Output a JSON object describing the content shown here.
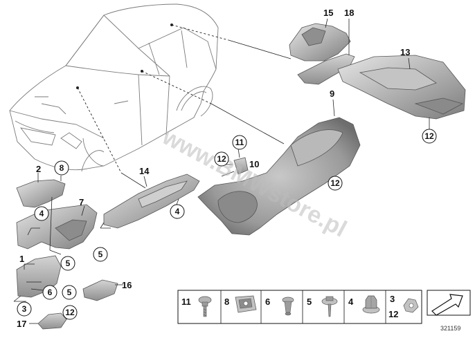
{
  "diagram": {
    "watermark": "www.BMWstore.pl",
    "reference_number": "321159",
    "callouts": {
      "c2": "2",
      "c8": "8",
      "c4a": "4",
      "c5a": "5",
      "c7": "7",
      "c1": "1",
      "c6": "6",
      "c5b": "5",
      "c3": "3",
      "c17": "17",
      "c12a": "12",
      "c16": "16",
      "c14": "14",
      "c5c": "5",
      "c4b": "4",
      "c11": "11",
      "c12b": "12",
      "c10": "10",
      "c9": "9",
      "c12c": "12",
      "c15": "15",
      "c18": "18",
      "c13": "13",
      "c12d": "12"
    },
    "fastener_legend": {
      "cells": [
        {
          "number": "11"
        },
        {
          "number": "8"
        },
        {
          "number": "6"
        },
        {
          "number": "5"
        },
        {
          "number": "4"
        },
        {
          "number": "3",
          "number2": "12"
        }
      ]
    },
    "colors": {
      "part_fill_light": "#d9d9d9",
      "part_fill_mid": "#a9a9a9",
      "part_fill_dark": "#7d7d7d",
      "line": "#222222"
    }
  }
}
